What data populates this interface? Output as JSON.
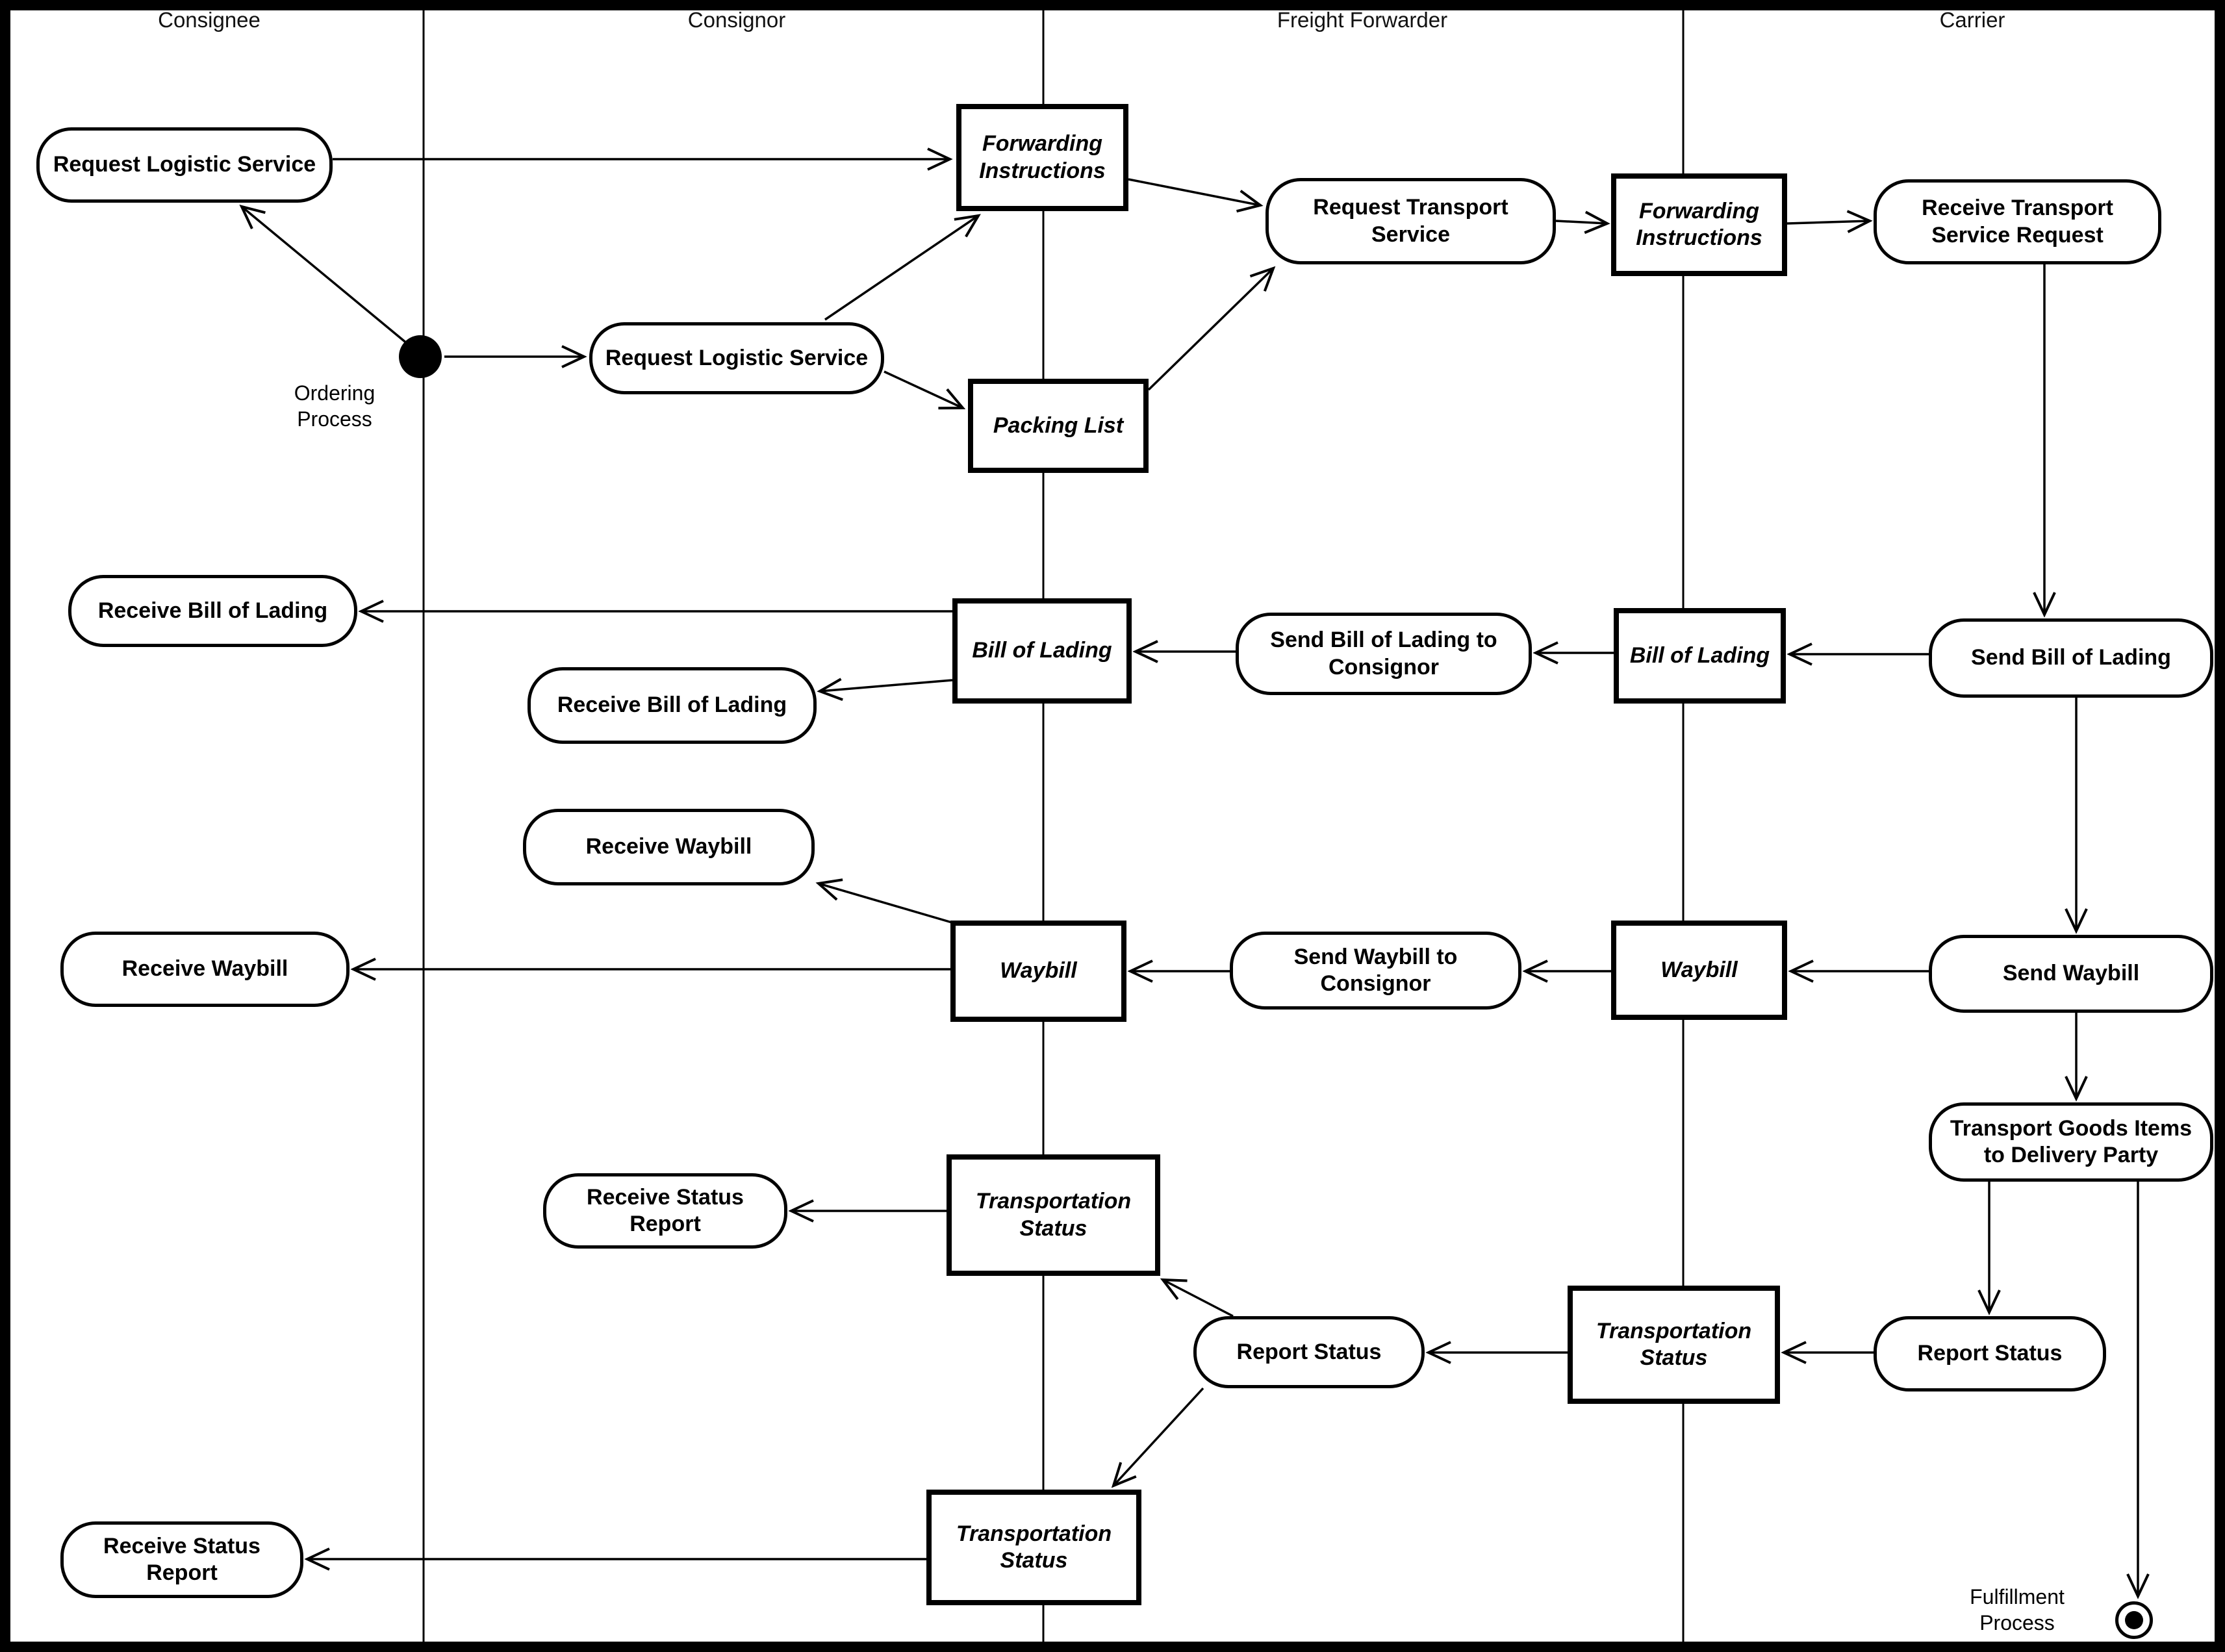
{
  "lanes": {
    "consignee": "Consignee",
    "consignor": "Consignor",
    "freight_forwarder": "Freight Forwarder",
    "carrier": "Carrier"
  },
  "nodes": {
    "consignee_request_logistic": {
      "label": "Request Logistic Service",
      "type": "activity"
    },
    "consignor_request_logistic": {
      "label": "Request Logistic Service",
      "type": "activity"
    },
    "forwarding_instructions_1": {
      "label": "Forwarding Instructions",
      "type": "object"
    },
    "packing_list": {
      "label": "Packing List",
      "type": "object"
    },
    "request_transport_service": {
      "label": "Request Transport Service",
      "type": "activity"
    },
    "forwarding_instructions_2": {
      "label": "Forwarding Instructions",
      "type": "object"
    },
    "receive_transport_service_request": {
      "label": "Receive Transport Service Request",
      "type": "activity"
    },
    "consignee_receive_bill_of_lading": {
      "label": "Receive Bill of Lading",
      "type": "activity"
    },
    "bill_of_lading_1": {
      "label": "Bill of Lading",
      "type": "object"
    },
    "send_bill_of_lading_to_consignor": {
      "label": "Send Bill of Lading to Consignor",
      "type": "activity"
    },
    "bill_of_lading_2": {
      "label": "Bill of Lading",
      "type": "object"
    },
    "send_bill_of_lading": {
      "label": "Send Bill of Lading",
      "type": "activity"
    },
    "consignor_receive_bill_of_lading": {
      "label": "Receive Bill of Lading",
      "type": "activity"
    },
    "consignor_receive_waybill": {
      "label": "Receive Waybill",
      "type": "activity"
    },
    "consignee_receive_waybill": {
      "label": "Receive Waybill",
      "type": "activity"
    },
    "waybill_1": {
      "label": "Waybill",
      "type": "object"
    },
    "send_waybill_to_consignor": {
      "label": "Send Waybill to Consignor",
      "type": "activity"
    },
    "waybill_2": {
      "label": "Waybill",
      "type": "object"
    },
    "send_waybill": {
      "label": "Send Waybill",
      "type": "activity"
    },
    "transport_goods_items": {
      "label": "Transport Goods Items to Delivery Party",
      "type": "activity"
    },
    "consignor_receive_status_report": {
      "label": "Receive Status Report",
      "type": "activity"
    },
    "transportation_status_1": {
      "label": "Transportation Status",
      "type": "object"
    },
    "ff_report_status": {
      "label": "Report Status",
      "type": "activity"
    },
    "transportation_status_2": {
      "label": "Transportation Status",
      "type": "object"
    },
    "carrier_report_status": {
      "label": "Report Status",
      "type": "activity"
    },
    "transportation_status_3": {
      "label": "Transportation Status",
      "type": "object"
    },
    "consignee_receive_status_report": {
      "label": "Receive Status Report",
      "type": "activity"
    }
  },
  "annotations": {
    "ordering_process": "Ordering Process",
    "fulfillment_process": "Fulfillment Process"
  },
  "colors": {
    "line": "#000000",
    "background": "#ffffff",
    "node_fill": "#ffffff"
  }
}
